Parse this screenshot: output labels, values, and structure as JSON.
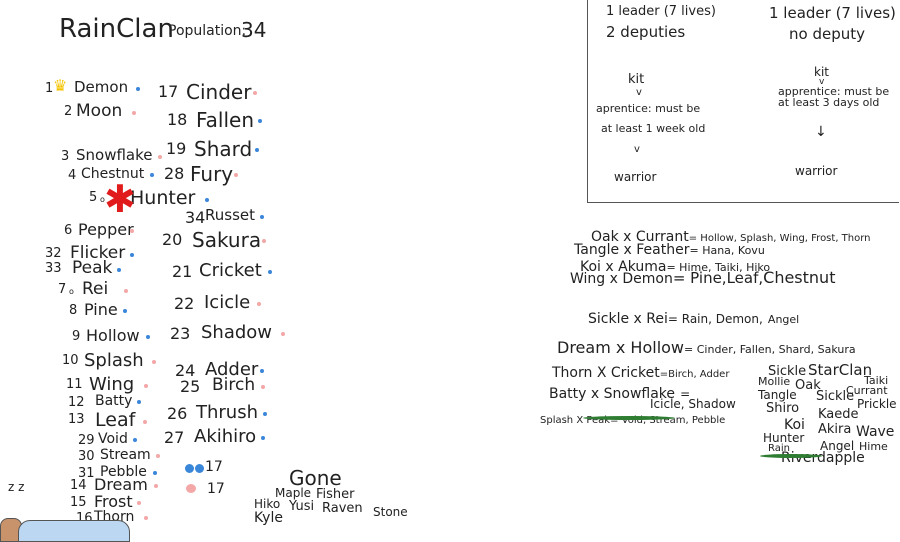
{
  "colors": {
    "blue": "#3a86d8",
    "pink": "#f4a7a7",
    "red": "#e11b1b",
    "gold": "#f5c400",
    "grass": "#2e7d32"
  },
  "header": {
    "clan": "RainClan",
    "population_label": "Population:",
    "population_value": "34"
  },
  "roster_left": [
    {
      "num": "1",
      "name": "Demon",
      "marker": "crown-icon",
      "dot": "blue"
    },
    {
      "num": "2",
      "name": "Moon",
      "dot": "pink"
    },
    {
      "num": "3",
      "name": "Snowflake",
      "dot": "pink"
    },
    {
      "num": "4",
      "name": "Chestnut",
      "dot": "blue"
    },
    {
      "num": "5",
      "prefix": "o",
      "name": "Hunter",
      "marker": "star-icon",
      "dot": "blue"
    },
    {
      "num": "6",
      "name": "Pepper",
      "dot": "pink"
    },
    {
      "num": "32",
      "name": "Flicker",
      "dot": "blue"
    },
    {
      "num": "33",
      "name": "Peak",
      "dot": "blue"
    },
    {
      "num": "7",
      "prefix": "o",
      "name": "Rei",
      "dot": "pink"
    },
    {
      "num": "8",
      "name": "Pine",
      "dot": "blue"
    },
    {
      "num": "9",
      "name": "Hollow",
      "dot": "blue"
    },
    {
      "num": "10",
      "name": "Splash",
      "dot": "pink"
    },
    {
      "num": "11",
      "name": "Wing",
      "dot": "pink"
    },
    {
      "num": "12",
      "name": "Batty",
      "dot": "blue"
    },
    {
      "num": "13",
      "name": "Leaf",
      "dot": "pink"
    },
    {
      "num": "29",
      "name": "Void",
      "dot": "blue"
    },
    {
      "num": "30",
      "name": "Stream",
      "dot": "pink"
    },
    {
      "num": "31",
      "name": "Pebble",
      "dot": "blue"
    },
    {
      "num": "14",
      "name": "Dream",
      "dot": "pink"
    },
    {
      "num": "15",
      "name": "Frost",
      "dot": "pink"
    },
    {
      "num": "16",
      "name": "Thorn",
      "dot": "pink"
    }
  ],
  "roster_right": [
    {
      "num": "17",
      "name": "Cinder",
      "dot": "pink"
    },
    {
      "num": "18",
      "name": "Fallen",
      "dot": "blue"
    },
    {
      "num": "19",
      "name": "Shard",
      "dot": "blue"
    },
    {
      "num": "28",
      "name": "Fury",
      "dot": "pink"
    },
    {
      "num": "34",
      "name": "Russet",
      "dot": "blue"
    },
    {
      "num": "20",
      "name": "Sakura",
      "dot": "pink"
    },
    {
      "num": "21",
      "name": "Cricket",
      "dot": "blue"
    },
    {
      "num": "22",
      "name": "Icicle",
      "dot": "pink"
    },
    {
      "num": "23",
      "name": "Shadow",
      "dot": "pink"
    },
    {
      "num": "24",
      "name": "Adder",
      "dot": "blue"
    },
    {
      "num": "25",
      "name": "Birch",
      "dot": "pink"
    },
    {
      "num": "26",
      "name": "Thrush",
      "dot": "blue"
    },
    {
      "num": "27",
      "name": "Akihiro",
      "dot": "blue"
    }
  ],
  "kits": {
    "blue_count": "17",
    "pink_count": "17"
  },
  "gone": {
    "title": "Gone",
    "names": [
      "Maple",
      "Fisher",
      "Hiko",
      "Yusi",
      "Raven",
      "Stone",
      "Kyle"
    ]
  },
  "sleep": {
    "text": "z z"
  },
  "rules": {
    "left": {
      "line1": "1 leader (7 lives)",
      "line2": "2 deputies",
      "s1": "kit",
      "a1": "v",
      "s2": "aprentice: must be",
      "s2b": "at least 1 week old",
      "a2": "v",
      "s3": "warrior"
    },
    "right": {
      "line1": "1 leader (7 lives)",
      "line2": "no deputy",
      "s1": "kit",
      "a1": "v",
      "s2": "apprentice: must be",
      "s2b": "at least 3 days old",
      "a2": "↓",
      "s3": "warrior"
    }
  },
  "pairs": [
    {
      "pair": "Oak x Currant",
      "kits": "= Hollow, Splash, Wing, Frost, Thorn"
    },
    {
      "pair": "Tangle x Feather",
      "kits": "= Hana, Kovu"
    },
    {
      "pair": "Koi x Akuma",
      "kits": "= Hime, Taiki, Hiko"
    },
    {
      "pair": "Wing x Demon",
      "kits": "= Pine,",
      "kits2": "Leaf,",
      "kits3": "Chestnut"
    },
    {
      "pair": "Sickle x Rei",
      "kits": "= Rain, Demon,",
      "kits2": "Angel"
    },
    {
      "pair": "Dream x Hollow",
      "kits": "= Cinder, Fallen, Shard, Sakura"
    },
    {
      "pair": "Thorn X Cricket",
      "kits": "=Birch, Adder"
    },
    {
      "pair": "Batty x Snowflake",
      "kits": "=",
      "kits2": "Icicle, Shadow"
    },
    {
      "pair": "Splash X Peak",
      "kits": "= Void, Stream, Pebble"
    }
  ],
  "starclan": {
    "title": "StarClan",
    "names": [
      "Sickle",
      "Mollie",
      "Oak",
      "Tangle",
      "Taiki",
      "Sickle",
      "Currant",
      "Shiro",
      "Prickle",
      "Kaede",
      "Koi",
      "Akira",
      "Wave",
      "Hunter",
      "Angel",
      "Hime",
      "Rain",
      "Riverdapple"
    ]
  }
}
